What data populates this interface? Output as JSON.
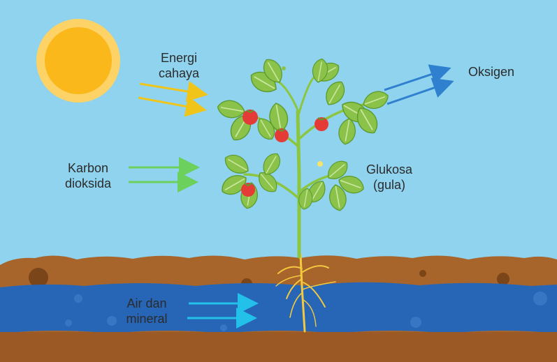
{
  "labels": {
    "light": [
      "Energi",
      "cahaya"
    ],
    "co2": [
      "Karbon",
      "dioksida"
    ],
    "oxygen": [
      "Oksigen"
    ],
    "glucose": [
      "Glukosa",
      "(gula)"
    ],
    "water": [
      "Air dan",
      "mineral"
    ]
  },
  "colors": {
    "sky": "#8fd3ee",
    "sun_outer": "#fdd267",
    "sun_inner": "#fbb81a",
    "light_arrow": "#f0c419",
    "co2_arrow": "#6cd05c",
    "oxygen_arrow": "#2f80cf",
    "water_arrow": "#23c0ea",
    "soil": "#a7652c",
    "water": "#2766b6",
    "leaf": "#8bc34a",
    "leaf_dark": "#5d9b2f",
    "stem": "#8cc63f",
    "tomato": "#e43b36",
    "root": "#f3c940"
  }
}
